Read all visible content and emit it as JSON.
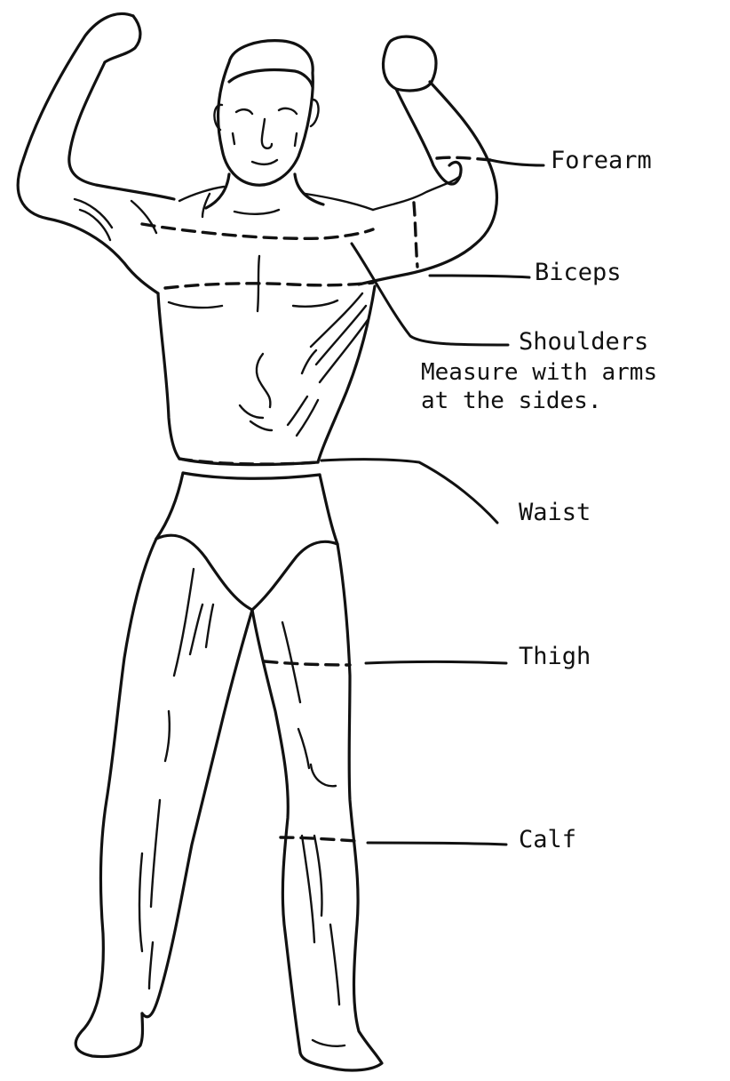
{
  "labels": {
    "forearm": "Forearm",
    "biceps": "Biceps",
    "shoulders": "Shoulders",
    "shoulders_note_1": "Measure with arms",
    "shoulders_note_2": "at the sides.",
    "waist": "Waist",
    "thigh": "Thigh",
    "calf": "Calf"
  },
  "colors": {
    "ink": "#111111",
    "background": "#ffffff"
  },
  "figure": {
    "icon": "bodybuilder-figure-outline"
  }
}
